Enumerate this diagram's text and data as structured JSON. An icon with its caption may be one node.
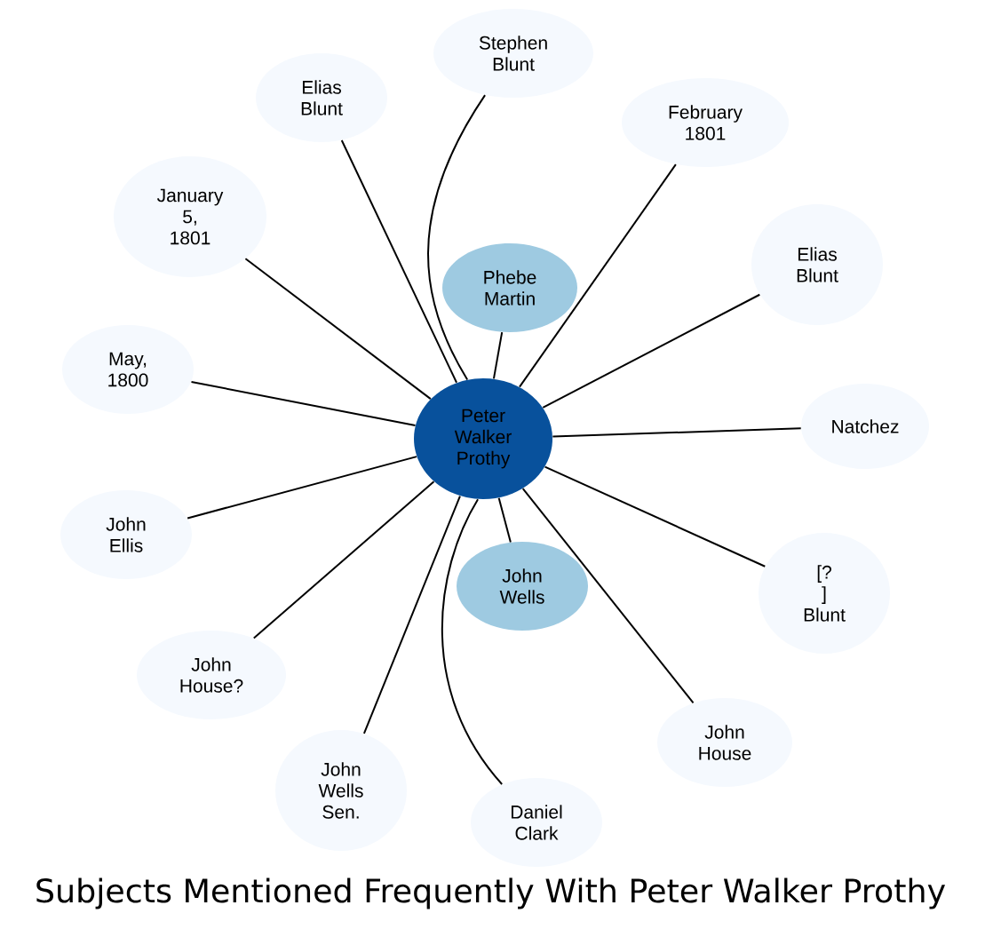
{
  "diagram": {
    "title": "Subjects Mentioned Frequently With Peter Walker Prothy",
    "nodes": [
      {
        "text": [
          "Peter Walker Prothy"
        ]
      },
      {
        "text": [
          "Phebe Martin"
        ]
      },
      {
        "text": [
          "John Wells"
        ]
      },
      {
        "text": [
          "Stephen Blunt"
        ]
      },
      {
        "text": [
          "Elias Blunt"
        ]
      },
      {
        "text": [
          "February 1801"
        ]
      },
      {
        "text": [
          "January 5, 1801"
        ]
      },
      {
        "text": [
          "Elias Blunt"
        ]
      },
      {
        "text": [
          "May, 1800"
        ]
      },
      {
        "text": [
          "Natchez"
        ]
      },
      {
        "text": [
          "John Ellis"
        ]
      },
      {
        "text": [
          "[? ] Blunt"
        ]
      },
      {
        "text": [
          "John House?"
        ]
      },
      {
        "text": [
          "John Wells Sen."
        ]
      },
      {
        "text": [
          "John House"
        ]
      },
      {
        "text": [
          "Daniel Clark"
        ]
      }
    ],
    "edges": [
      {
        "from": 0,
        "to": 1,
        "arrow": "none"
      },
      {
        "from": 0,
        "to": 2,
        "arrow": "none"
      },
      {
        "from": 0,
        "to": 3,
        "arrow": "none"
      },
      {
        "from": 0,
        "to": 4,
        "arrow": "none"
      },
      {
        "from": 0,
        "to": 5,
        "arrow": "none"
      },
      {
        "from": 0,
        "to": 6,
        "arrow": "none"
      },
      {
        "from": 0,
        "to": 7,
        "arrow": "none"
      },
      {
        "from": 0,
        "to": 8,
        "arrow": "none"
      },
      {
        "from": 0,
        "to": 9,
        "arrow": "none"
      },
      {
        "from": 0,
        "to": 10,
        "arrow": "none"
      },
      {
        "from": 0,
        "to": 11,
        "arrow": "none"
      },
      {
        "from": 0,
        "to": 12,
        "arrow": "none"
      },
      {
        "from": 0,
        "to": 13,
        "arrow": "none"
      },
      {
        "from": 0,
        "to": 14,
        "arrow": "none"
      },
      {
        "from": 0,
        "to": 15,
        "arrow": "none"
      }
    ]
  }
}
